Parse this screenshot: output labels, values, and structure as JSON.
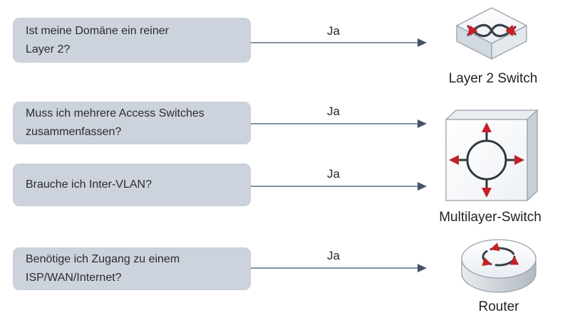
{
  "diagram": {
    "rows": [
      {
        "lines": [
          "Ist meine Domäne ein reiner",
          "Layer 2?"
        ],
        "answer": "Ja",
        "target": "Layer 2 Switch"
      },
      {
        "lines": [
          "Muss ich mehrere Access Switches",
          "zusammenfassen?"
        ],
        "answer": "Ja",
        "target": "Multilayer-Switch"
      },
      {
        "lines": [
          "Brauche ich Inter-VLAN?"
        ],
        "answer": "Ja",
        "target": "Multilayer-Switch"
      },
      {
        "lines": [
          "Benötige ich Zugang zu einem",
          "ISP/WAN/Internet?"
        ],
        "answer": "Ja",
        "target": "Router"
      }
    ],
    "devices": [
      {
        "label": "Layer 2 Switch",
        "icon": "layer2-switch-icon"
      },
      {
        "label": "Multilayer-Switch",
        "icon": "multilayer-switch-icon"
      },
      {
        "label": "Router",
        "icon": "router-icon"
      }
    ],
    "colors": {
      "question_box_fill": "#cdd3dd",
      "arrow_line": "#8593a5",
      "arrow_head": "#46546b",
      "icon_arrow_red": "#c42127",
      "icon_stroke_dark": "#32383f",
      "text": "#2b2b2b"
    }
  }
}
